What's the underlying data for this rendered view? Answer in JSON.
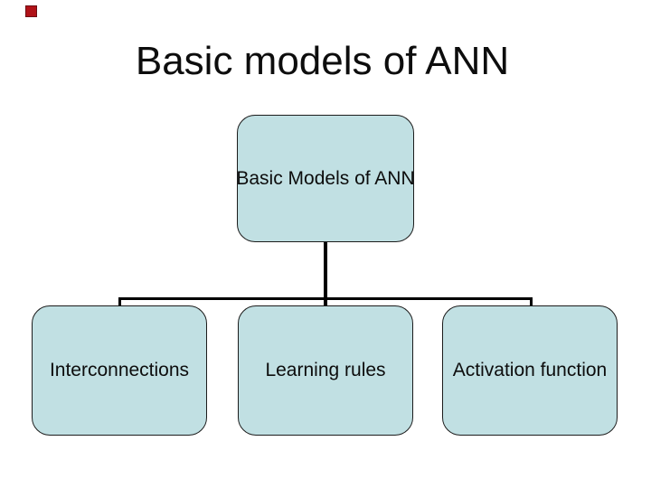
{
  "slide": {
    "title": "Basic models of ANN",
    "background_color": "#ffffff",
    "decoration": {
      "shape": "small-red-square",
      "color": "#b01218",
      "border_color": "#6d0d14"
    }
  },
  "diagram": {
    "type": "org-chart",
    "root": {
      "label": "Basic Models of ANN"
    },
    "children": [
      {
        "label": "Interconnections"
      },
      {
        "label": "Learning rules"
      },
      {
        "label": "Activation function"
      }
    ],
    "node_fill_color": "#c1e0e3",
    "node_border_color": "#1c1c1c",
    "connector_color": "#000000",
    "text_color": "#0d0d0d"
  }
}
